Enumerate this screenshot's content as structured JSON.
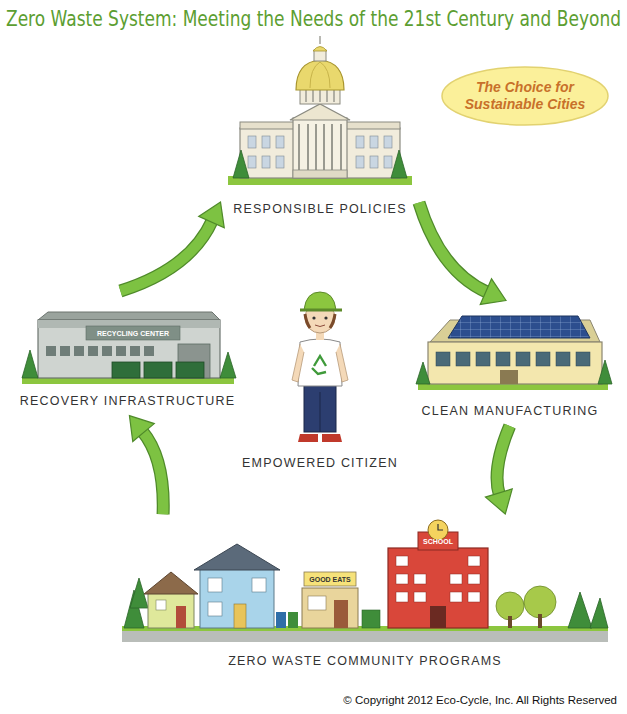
{
  "diagram": {
    "title": "Zero Waste System: Meeting the Needs of the 21st Century and Beyond",
    "nodes": [
      {
        "text": [
          "The Choice for Sustainable Cities"
        ]
      },
      {
        "text": [
          "RESPONSIBLE POLICIES"
        ]
      },
      {
        "text": [
          "RECOVERY INFRASTRUCTURE"
        ]
      },
      {
        "text": [
          "EMPOWERED CITIZEN"
        ]
      },
      {
        "text": [
          "CLEAN MANUFACTURING"
        ]
      },
      {
        "text": [
          "ZERO WASTE COMMUNITY PROGRAMS"
        ]
      }
    ],
    "edges": [
      {
        "from": 1,
        "to": 4,
        "arrow": "to"
      },
      {
        "from": 4,
        "to": 5,
        "arrow": "to"
      },
      {
        "from": 5,
        "to": 2,
        "arrow": "to"
      },
      {
        "from": 2,
        "to": 1,
        "arrow": "to"
      }
    ],
    "labels": [
      "RECYCLING CENTER",
      "GOOD EATS",
      "SCHOOL",
      "© Copyright 2012 Eco-Cycle, Inc. All Rights Reserved"
    ]
  }
}
